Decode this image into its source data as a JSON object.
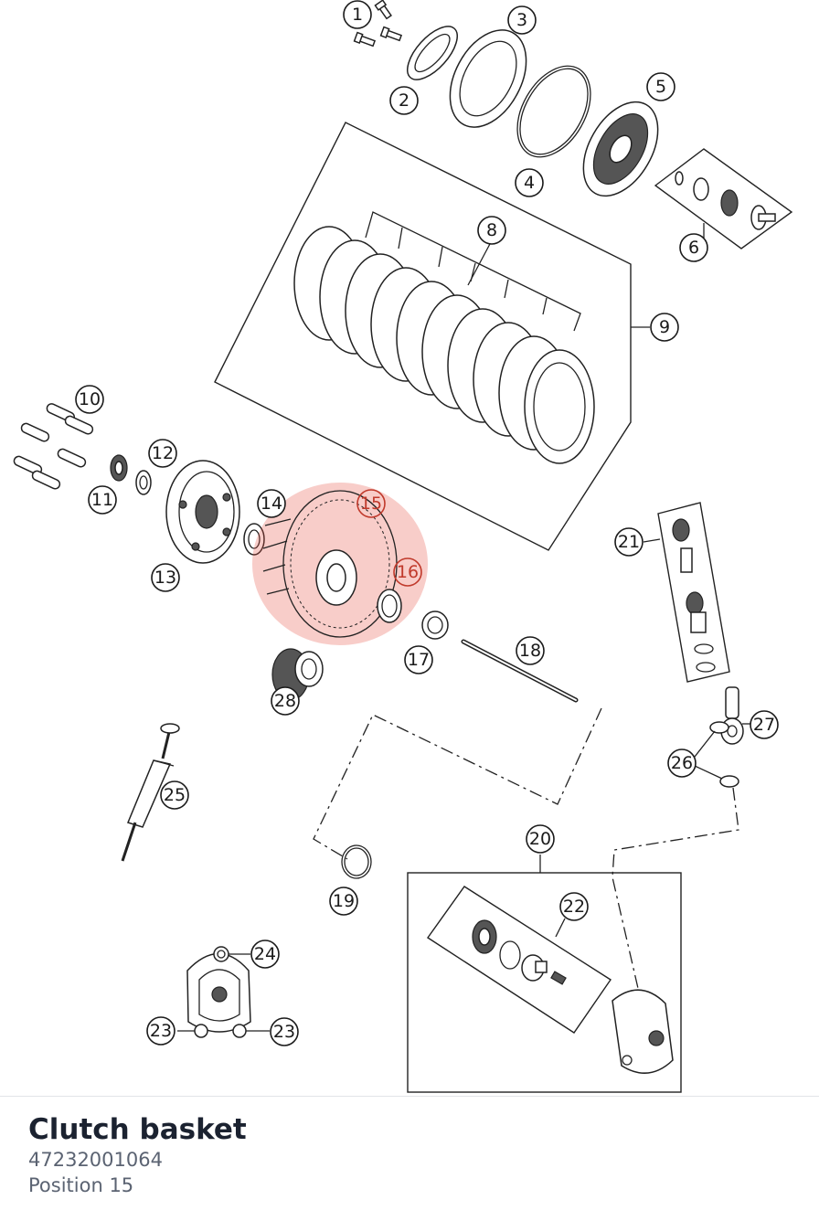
{
  "callouts": [
    {
      "id": "1",
      "label": "1"
    },
    {
      "id": "2",
      "label": "2"
    },
    {
      "id": "3",
      "label": "3"
    },
    {
      "id": "4",
      "label": "4"
    },
    {
      "id": "5",
      "label": "5"
    },
    {
      "id": "6",
      "label": "6"
    },
    {
      "id": "8",
      "label": "8"
    },
    {
      "id": "9",
      "label": "9"
    },
    {
      "id": "10",
      "label": "10"
    },
    {
      "id": "11",
      "label": "11"
    },
    {
      "id": "12",
      "label": "12"
    },
    {
      "id": "13",
      "label": "13"
    },
    {
      "id": "14",
      "label": "14"
    },
    {
      "id": "15",
      "label": "15"
    },
    {
      "id": "16",
      "label": "16"
    },
    {
      "id": "17",
      "label": "17"
    },
    {
      "id": "18",
      "label": "18"
    },
    {
      "id": "19",
      "label": "19"
    },
    {
      "id": "20",
      "label": "20"
    },
    {
      "id": "21",
      "label": "21"
    },
    {
      "id": "22",
      "label": "22"
    },
    {
      "id": "23a",
      "label": "23"
    },
    {
      "id": "23b",
      "label": "23"
    },
    {
      "id": "24",
      "label": "24"
    },
    {
      "id": "25",
      "label": "25"
    },
    {
      "id": "26",
      "label": "26"
    },
    {
      "id": "27",
      "label": "27"
    },
    {
      "id": "28",
      "label": "28"
    }
  ],
  "highlight": {
    "position": "15",
    "color": "#e74c3c"
  },
  "selected_part": {
    "name": "Clutch basket",
    "part_number": "47232001064",
    "position_text": "Position 15"
  }
}
